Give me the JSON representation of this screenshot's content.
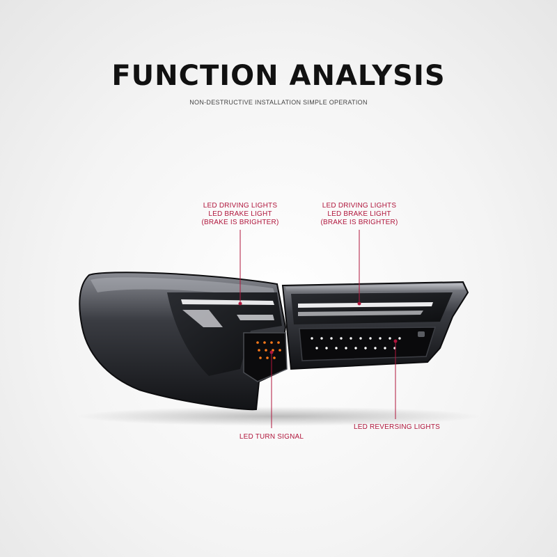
{
  "header": {
    "title": "FUNCTION ANALYSIS",
    "subtitle": "NON-DESTRUCTIVE INSTALLATION SIMPLE OPERATION"
  },
  "callouts": {
    "left_top": [
      "LED DRIVING LIGHTS",
      "LED BRAKE LIGHT",
      "(BRAKE IS BRIGHTER)"
    ],
    "right_top": [
      "LED DRIVING LIGHTS",
      "LED BRAKE LIGHT",
      "(BRAKE IS BRIGHTER)"
    ],
    "turn_signal": "LED TURN SIGNAL",
    "reversing": "LED REVERSING LIGHTS"
  },
  "colors": {
    "accent": "#b0163c",
    "lamp_dark": "#1a1b1f",
    "amber_led": "#ff7a1a",
    "white_led": "#ffffff"
  }
}
